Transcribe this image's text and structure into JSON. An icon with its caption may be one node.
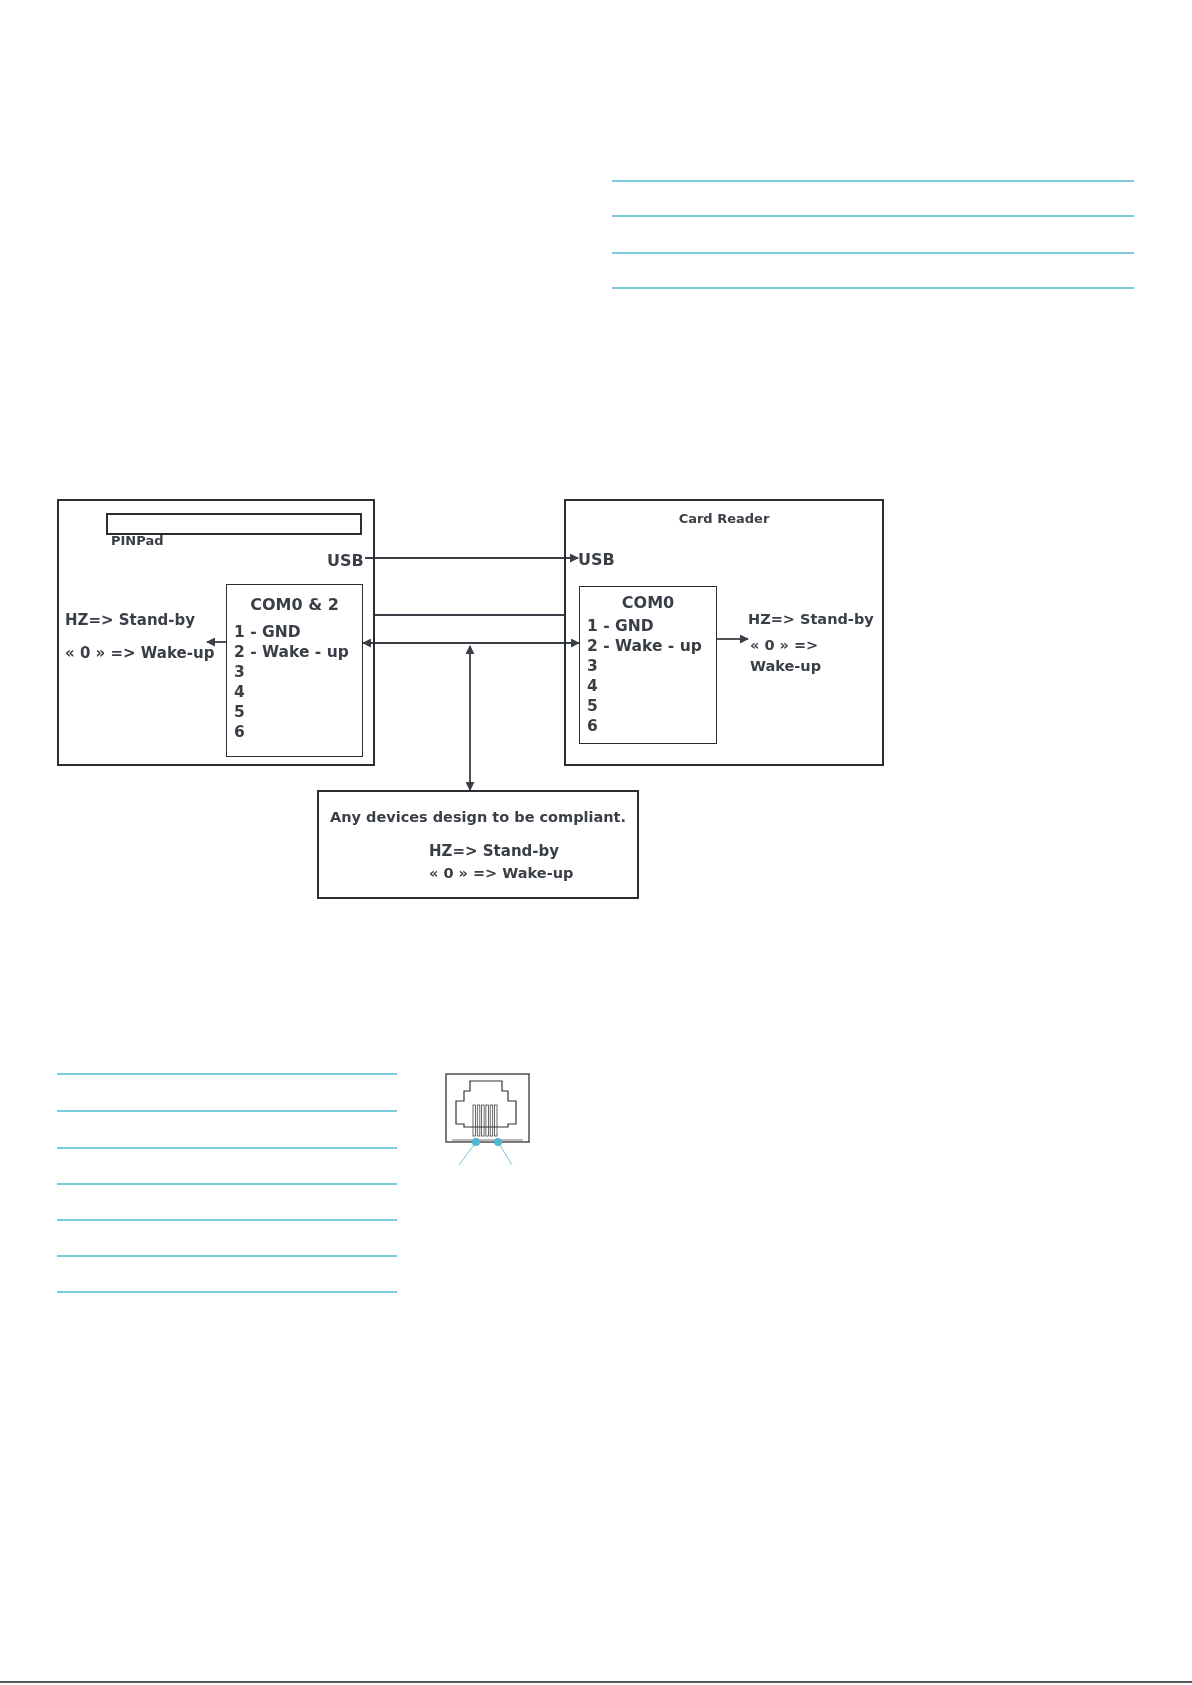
{
  "diagram": {
    "nodes": [
      {
        "text": [
          "PINPad"
        ]
      },
      {
        "text": [],
        "shape": "box",
        "in": 0
      },
      {
        "text": [
          "USB"
        ],
        "in": 0
      },
      {
        "text": [
          "COM0 & 2",
          "1 - GND",
          "2 - Wake - up",
          "3",
          "4",
          "5",
          "6"
        ],
        "in": 0
      },
      {
        "text": [
          "HZ=> Stand-by",
          "« 0 » => Wake-up"
        ],
        "in": 0
      },
      {
        "text": [
          "Card Reader"
        ]
      },
      {
        "text": [
          "USB"
        ],
        "in": 5
      },
      {
        "text": [
          "COM0",
          "1 - GND",
          "2 - Wake - up",
          "3",
          "4",
          "5",
          "6"
        ],
        "in": 5
      },
      {
        "text": [
          "HZ=> Stand-by",
          "« 0 » => Wake-up"
        ],
        "in": 5
      },
      {
        "text": [
          "Any devices design to be compliant.",
          "HZ=> Stand-by",
          "« 0 » => Wake-up"
        ]
      }
    ],
    "edges": [
      {
        "from": 2,
        "to": 6,
        "arrow": "to"
      },
      {
        "from": 0,
        "to": 5,
        "arrow": "none"
      },
      {
        "from": 3,
        "to": 7,
        "arrow": "both"
      },
      {
        "from": null,
        "to": 9,
        "arrow": "both"
      },
      {
        "from": 3,
        "to": 4,
        "arrow": "to"
      },
      {
        "from": 7,
        "to": 8,
        "arrow": "to"
      }
    ]
  }
}
